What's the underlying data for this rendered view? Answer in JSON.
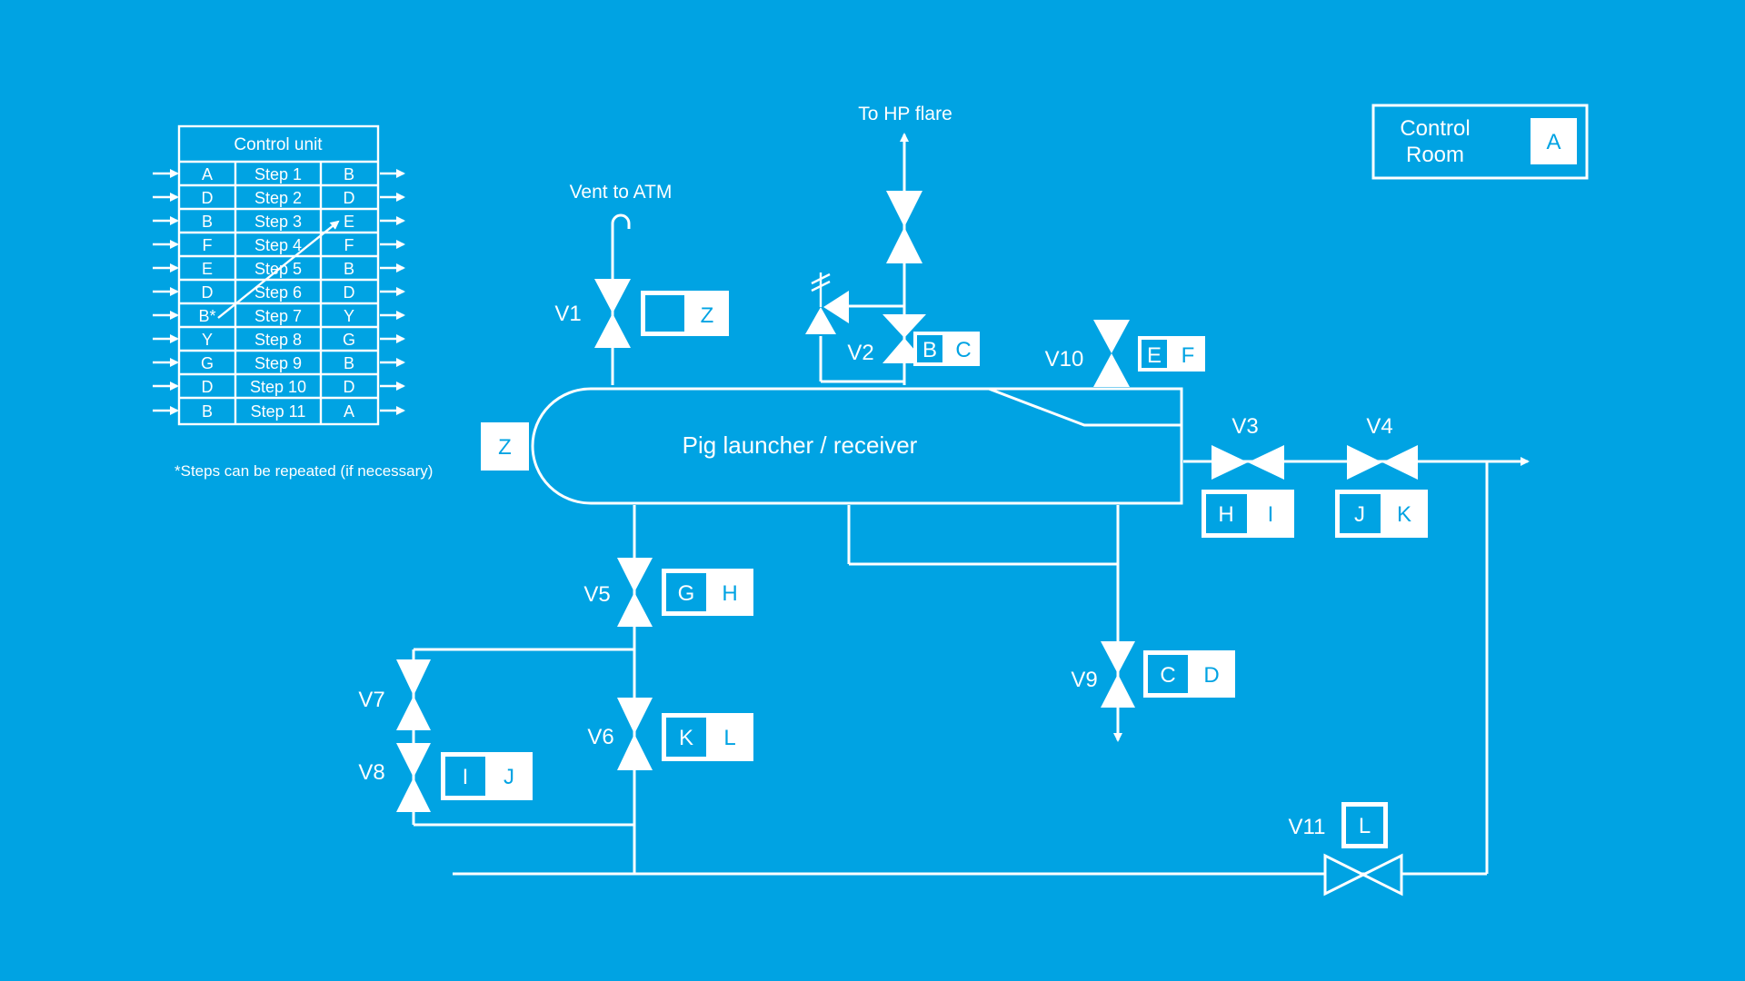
{
  "control_unit": {
    "title": "Control unit",
    "rows": [
      {
        "input": "A",
        "step": "Step 1",
        "output": "B"
      },
      {
        "input": "D",
        "step": "Step 2",
        "output": "D"
      },
      {
        "input": "B",
        "step": "Step 3",
        "output": "E"
      },
      {
        "input": "F",
        "step": "Step 4",
        "output": "F"
      },
      {
        "input": "E",
        "step": "Step 5",
        "output": "B"
      },
      {
        "input": "D",
        "step": "Step 6",
        "output": "D"
      },
      {
        "input": "B*",
        "step": "Step 7",
        "output": "Y"
      },
      {
        "input": "Y",
        "step": "Step 8",
        "output": "G"
      },
      {
        "input": "G",
        "step": "Step 9",
        "output": "B"
      },
      {
        "input": "D",
        "step": "Step 10",
        "output": "D"
      },
      {
        "input": "B",
        "step": "Step 11",
        "output": "A"
      }
    ],
    "footnote": "*Steps can be repeated (if necessary)"
  },
  "control_room": {
    "label_line1": "Control",
    "label_line2": "Room",
    "code": "A"
  },
  "vessel": {
    "label": "Pig launcher / receiver",
    "end_tag": "Z"
  },
  "destinations": {
    "hp_flare": "To HP flare",
    "vent": "Vent to ATM"
  },
  "valves": {
    "v1": {
      "name": "V1",
      "tags": [
        "",
        "Z"
      ]
    },
    "v2": {
      "name": "V2",
      "tags": [
        "B",
        "C"
      ]
    },
    "v3": {
      "name": "V3",
      "tags": [
        "H",
        "I"
      ]
    },
    "v4": {
      "name": "V4",
      "tags": [
        "J",
        "K"
      ]
    },
    "v5": {
      "name": "V5",
      "tags": [
        "G",
        "H"
      ]
    },
    "v6": {
      "name": "V6",
      "tags": [
        "K",
        "L"
      ]
    },
    "v7": {
      "name": "V7"
    },
    "v8": {
      "name": "V8",
      "tags": [
        "I",
        "J"
      ]
    },
    "v9": {
      "name": "V9",
      "tags": [
        "C",
        "D"
      ]
    },
    "v10": {
      "name": "V10",
      "tags": [
        "E",
        "F"
      ]
    },
    "v11": {
      "name": "V11",
      "tags": [
        "L"
      ]
    }
  },
  "colors": {
    "background": "#00a3e3",
    "line": "#ffffff"
  }
}
